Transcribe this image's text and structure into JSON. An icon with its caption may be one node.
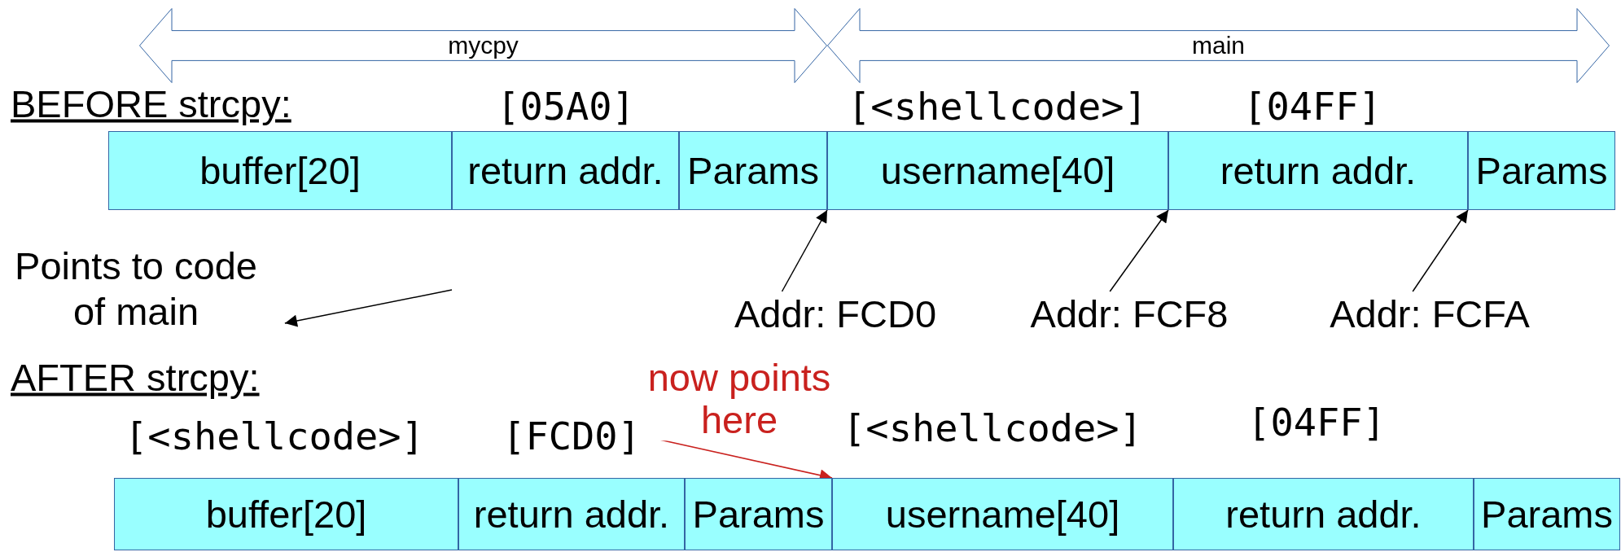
{
  "diagram": {
    "nodes": [
      {
        "text": [
          "mycpy"
        ]
      },
      {
        "text": [
          "main"
        ]
      },
      {
        "text": [
          "buffer[20]"
        ]
      },
      {
        "text": [
          "return addr."
        ]
      },
      {
        "text": [
          "Params"
        ]
      },
      {
        "text": [
          "username[40]"
        ]
      },
      {
        "text": [
          "return addr."
        ]
      },
      {
        "text": [
          "Params"
        ]
      },
      {
        "text": [
          "Points to code of main"
        ]
      },
      {
        "text": [
          "Addr: FCD0"
        ]
      },
      {
        "text": [
          "Addr: FCF8"
        ]
      },
      {
        "text": [
          "Addr: FCFA"
        ]
      },
      {
        "text": [
          "[FCD0]"
        ]
      },
      {
        "text": [
          "buffer[20]"
        ]
      },
      {
        "text": [
          "return addr."
        ]
      },
      {
        "text": [
          "Params"
        ]
      },
      {
        "text": [
          "username[40]"
        ]
      },
      {
        "text": [
          "return addr."
        ]
      },
      {
        "text": [
          "Params"
        ]
      }
    ],
    "edges": [
      {
        "from": null,
        "to": 8,
        "arrow": "to"
      },
      {
        "from": 9,
        "to": 5,
        "arrow": "to"
      },
      {
        "from": 10,
        "to": 6,
        "arrow": "to"
      },
      {
        "from": 11,
        "to": 7,
        "arrow": "to"
      },
      {
        "from": 12,
        "to": 16,
        "arrow": "to",
        "label": "now points here",
        "color": "#c9211e"
      }
    ],
    "labels": [
      "BEFORE strcpy:",
      "[05A0]",
      "[<shellcode>]",
      "[04FF]",
      "AFTER strcpy:",
      "[<shellcode>]",
      "[<shellcode>]",
      "[04FF]"
    ]
  }
}
